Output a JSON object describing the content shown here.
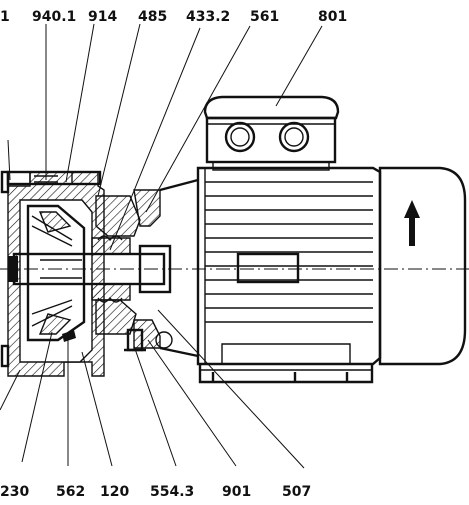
{
  "diagram": {
    "top_labels": [
      "1",
      "940.1",
      "914",
      "485",
      "433.2",
      "561",
      "801"
    ],
    "bottom_labels": [
      "230",
      "562",
      "120",
      "554.3",
      "901",
      "507"
    ]
  }
}
